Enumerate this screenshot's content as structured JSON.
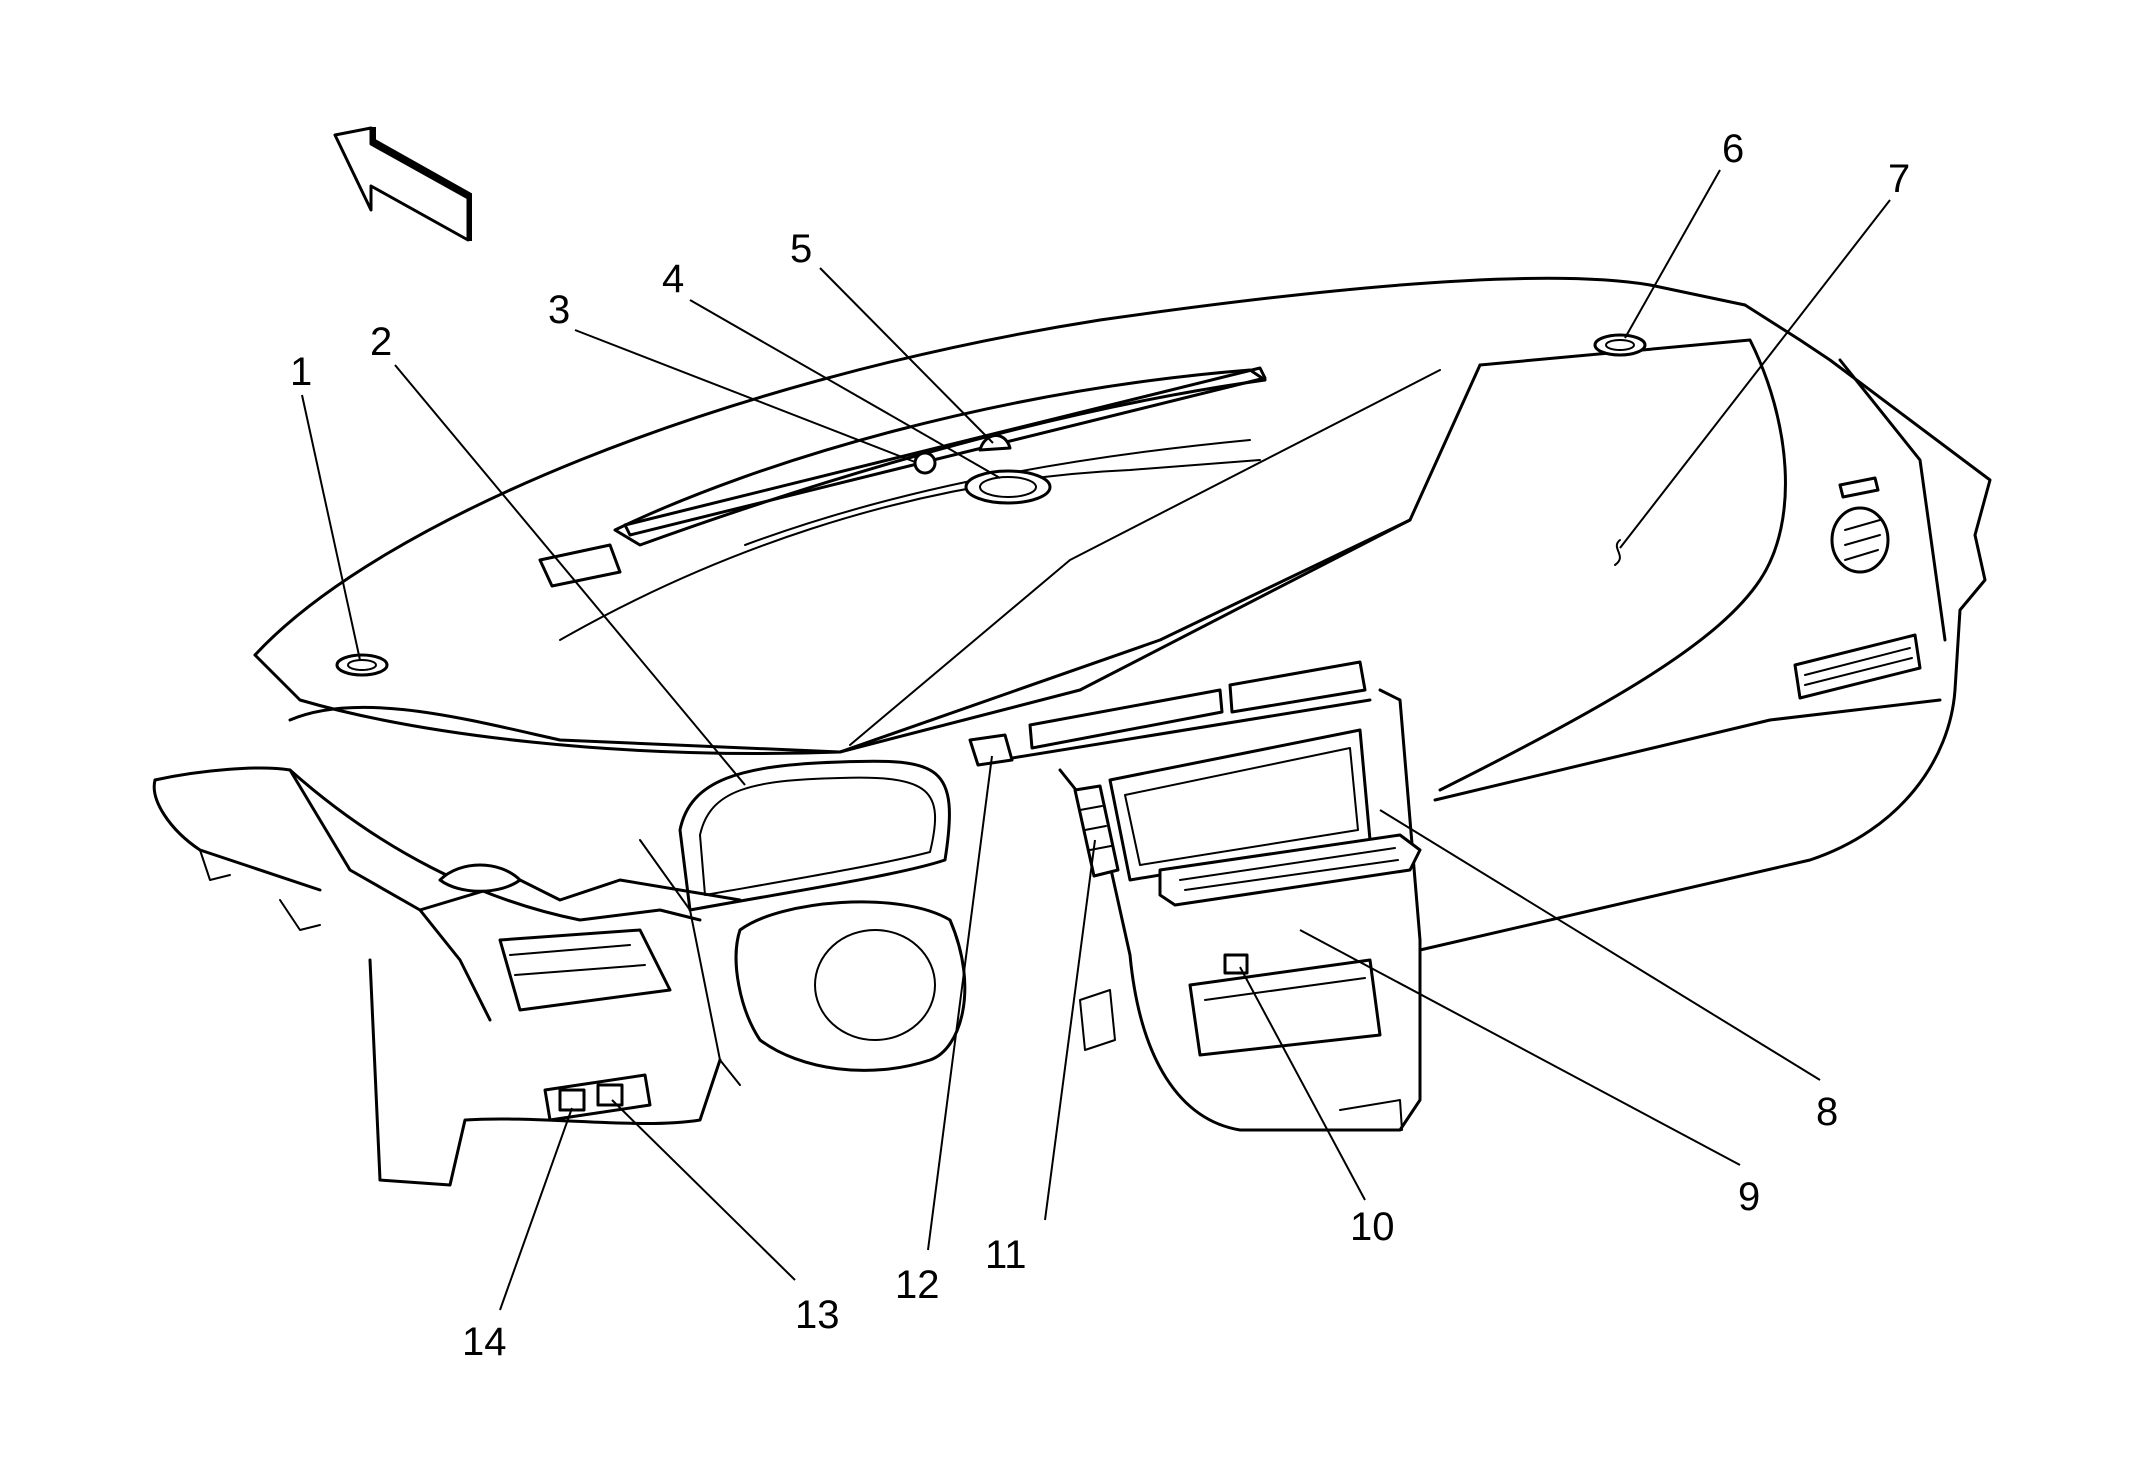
{
  "callouts": [
    {
      "id": "1",
      "text": "1"
    },
    {
      "id": "2",
      "text": "2"
    },
    {
      "id": "3",
      "text": "3"
    },
    {
      "id": "4",
      "text": "4"
    },
    {
      "id": "5",
      "text": "5"
    },
    {
      "id": "6",
      "text": "6"
    },
    {
      "id": "7",
      "text": "7"
    },
    {
      "id": "8",
      "text": "8"
    },
    {
      "id": "9",
      "text": "9"
    },
    {
      "id": "10",
      "text": "10"
    },
    {
      "id": "11",
      "text": "11"
    },
    {
      "id": "12",
      "text": "12"
    },
    {
      "id": "13",
      "text": "13"
    },
    {
      "id": "14",
      "text": "14"
    }
  ],
  "icons": {
    "direction_arrow": "vehicle-front-arrow-icon"
  },
  "colors": {
    "line": "#000000",
    "background": "#ffffff"
  }
}
